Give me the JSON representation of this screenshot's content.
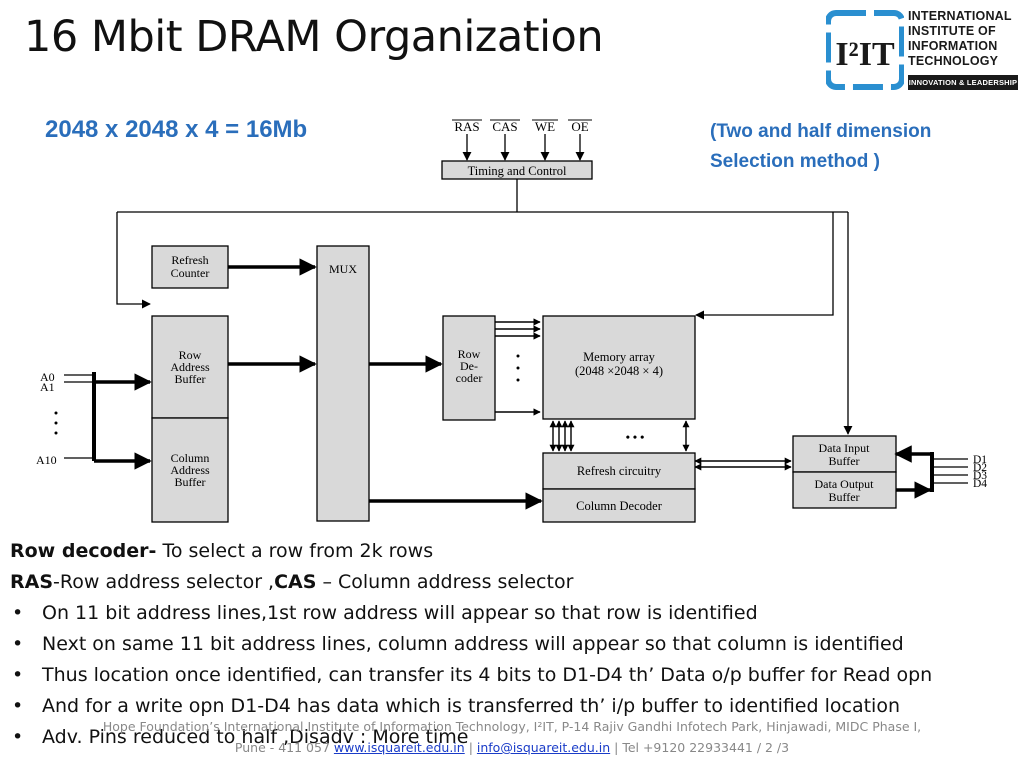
{
  "slide": {
    "title": "16 Mbit DRAM Organization",
    "formula": "2048 x 2048 x 4 = 16Mb",
    "method_note": [
      "(Two and half dimension",
      " Selection method )"
    ]
  },
  "logo": {
    "mark_text": "I²IT",
    "lines": [
      "INTERNATIONAL",
      "INSTITUTE OF",
      "INFORMATION",
      "TECHNOLOGY"
    ],
    "tagline": "INNOVATION & LEADERSHIP"
  },
  "diagram": {
    "control_signals": [
      "RAS",
      "CAS",
      "WE",
      "OE"
    ],
    "timing_control": "Timing and Control",
    "refresh_counter": [
      "Refresh",
      "Counter"
    ],
    "mux": "MUX",
    "row_address_buffer": [
      "Row",
      "Address",
      "Buffer"
    ],
    "column_address_buffer": [
      "Column",
      "Address",
      "Buffer"
    ],
    "row_decoder": [
      "Row",
      "De-",
      "coder"
    ],
    "memory_array": [
      "Memory array",
      "(2048 ×2048 × 4)"
    ],
    "refresh_circuitry": "Refresh circuitry",
    "column_decoder": "Column Decoder",
    "data_input_buffer": [
      "Data Input",
      "Buffer"
    ],
    "data_output_buffer": [
      "Data Output",
      "Buffer"
    ],
    "address_inputs": [
      "A0",
      "A1",
      "A10"
    ],
    "data_lines": [
      "D1",
      "D2",
      "D3",
      "D4"
    ],
    "dots": "• • •"
  },
  "notes": {
    "row_decoder_term": "Row decoder-",
    "row_decoder_desc": " To select a row from 2k rows",
    "ras_term": "RAS",
    "ras_desc": "-Row address selector ,",
    "cas_term": "CAS",
    "cas_desc": " – Column address selector",
    "bullets": [
      "On 11 bit address lines,1st row address will appear so that row is identified",
      "Next on same 11 bit address lines, column address will appear so that column is  identified",
      "Thus location once identified, can transfer its 4 bits to D1-D4 th’ Data o/p buffer for Read  opn",
      "And for a write opn D1-D4 has data which is transferred th’ i/p buffer to identified  location",
      "Adv. Pins reduced to half   ,Disadv : More time"
    ],
    "bullet_char": "•"
  },
  "footer": {
    "line1": "Hope Foundation’s International Institute of Information Technology, I²IT, P-14 Rajiv Gandhi Infotech Park, Hinjawadi,  MIDC Phase I,",
    "line2_prefix": "Pune - 411 057  ",
    "website": "www.isquareit.edu.in",
    "separator": " | ",
    "email": "info@isquareit.edu.in",
    "line2_suffix": "  | Tel +9120 22933441 / 2 /3"
  }
}
